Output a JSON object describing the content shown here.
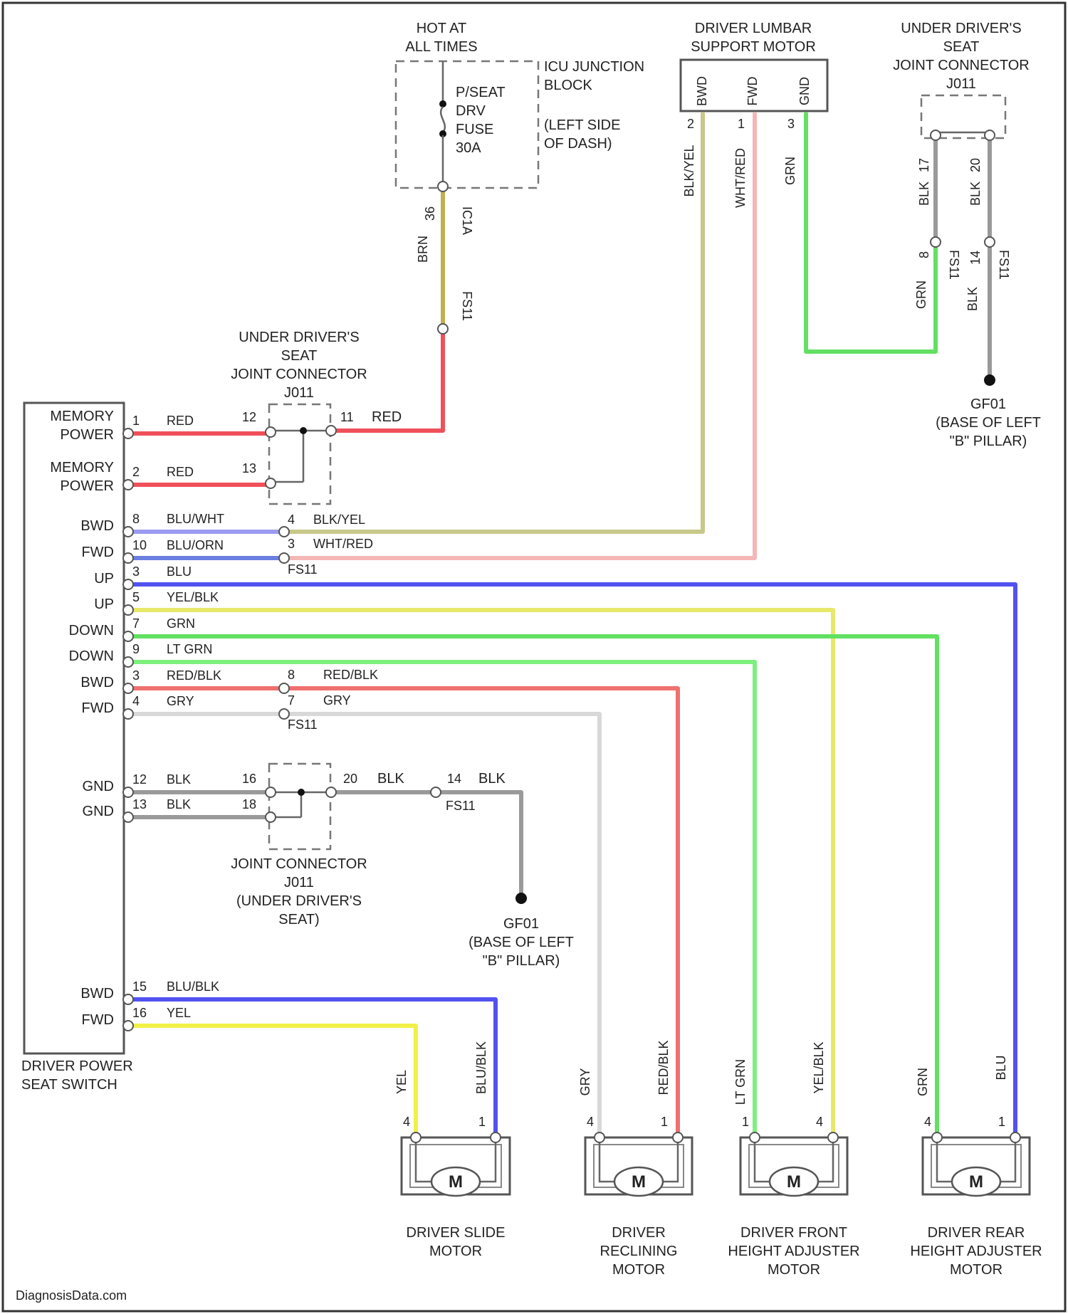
{
  "colors": {
    "red": "#f0505a",
    "yel": "#f1f047",
    "yelblk": "#e8e86a",
    "blk": "#9a9a9a",
    "gry": "#d8d8d8",
    "blu": "#5252f0",
    "bluwht": "#9b9bf2",
    "bluorn": "#6a7fe0",
    "grn": "#62e062",
    "ltgrn": "#7ef07e",
    "redblk": "#f07070",
    "blkyel": "#c8c88a",
    "whtred": "#f5b6b6",
    "brnyel": "#c0b050"
  },
  "fuse_block": {
    "hot_label": [
      "HOT AT",
      "ALL TIMES"
    ],
    "fuse_label": [
      "P/SEAT",
      "DRV",
      "FUSE",
      "30A"
    ],
    "junction_label": [
      "ICU JUNCTION",
      "BLOCK"
    ],
    "location_label": [
      "(LEFT SIDE",
      "OF DASH)"
    ],
    "pin": "36",
    "wire_color": "BRN",
    "connector": "IC1A",
    "connector2": "FS11"
  },
  "lumbar_motor": {
    "title": [
      "DRIVER LUMBAR",
      "SUPPORT MOTOR"
    ],
    "pin_labels": [
      "BWD",
      "FWD",
      "GND"
    ],
    "pins": [
      "2",
      "1",
      "3"
    ],
    "wires": [
      "BLK/YEL",
      "WHT/RED",
      "GRN"
    ]
  },
  "jc_top_right": {
    "title": [
      "UNDER DRIVER'S",
      "SEAT",
      "JOINT CONNECTOR",
      "J011"
    ],
    "pins_top": [
      "17",
      "20"
    ],
    "wire_top": [
      "BLK",
      "BLK"
    ],
    "pins_bottom": [
      "8",
      "14"
    ],
    "wire_bottom": [
      "GRN",
      "BLK"
    ],
    "connector": "FS11",
    "ground": "GF01",
    "ground_loc": [
      "(BASE OF LEFT",
      "\"B\" PILLAR)"
    ]
  },
  "jc_mid": {
    "title": [
      "UNDER DRIVER'S",
      "SEAT",
      "JOINT CONNECTOR",
      "J011"
    ],
    "pins": [
      "12",
      "11",
      "13"
    ],
    "wire_color": "RED"
  },
  "jc_bottom": {
    "title": [
      "JOINT CONNECTOR",
      "J011",
      "(UNDER DRIVER'S",
      "SEAT)"
    ],
    "pins": [
      "16",
      "20",
      "18"
    ],
    "wire_color": "BLK",
    "fs_pin": "14",
    "connector": "FS11",
    "ground": "GF01",
    "ground_loc": [
      "(BASE OF LEFT",
      "\"B\" PILLAR)"
    ]
  },
  "switch": {
    "title": [
      "DRIVER POWER",
      "SEAT SWITCH"
    ],
    "rows": [
      {
        "label": [
          "MEMORY",
          "POWER"
        ],
        "pin": "1",
        "wire": "RED"
      },
      {
        "label": [
          "MEMORY",
          "POWER"
        ],
        "pin": "2",
        "wire": "RED"
      },
      {
        "label": [
          "BWD"
        ],
        "pin": "8",
        "wire": "BLU/WHT"
      },
      {
        "label": [
          "FWD"
        ],
        "pin": "10",
        "wire": "BLU/ORN"
      },
      {
        "label": [
          "UP"
        ],
        "pin": "3",
        "wire": "BLU"
      },
      {
        "label": [
          "UP"
        ],
        "pin": "5",
        "wire": "YEL/BLK"
      },
      {
        "label": [
          "DOWN"
        ],
        "pin": "7",
        "wire": "GRN"
      },
      {
        "label": [
          "DOWN"
        ],
        "pin": "9",
        "wire": "LT GRN"
      },
      {
        "label": [
          "BWD"
        ],
        "pin": "3",
        "wire": "RED/BLK"
      },
      {
        "label": [
          "FWD"
        ],
        "pin": "4",
        "wire": "GRY"
      },
      {
        "label": [
          "GND"
        ],
        "pin": "12",
        "wire": "BLK"
      },
      {
        "label": [
          "GND"
        ],
        "pin": "13",
        "wire": "BLK"
      },
      {
        "label": [
          "BWD"
        ],
        "pin": "15",
        "wire": "BLU/BLK"
      },
      {
        "label": [
          "FWD"
        ],
        "pin": "16",
        "wire": "YEL"
      }
    ]
  },
  "inline_fs": {
    "lumbar_pins": [
      "4",
      "3"
    ],
    "lumbar_wires": [
      "BLK/YEL",
      "WHT/RED"
    ],
    "recline_pins": [
      "8",
      "7"
    ],
    "recline_wires": [
      "RED/BLK",
      "GRY"
    ],
    "connector": "FS11"
  },
  "motors": [
    {
      "title": [
        "DRIVER SLIDE",
        "MOTOR"
      ],
      "pins": [
        "4",
        "1"
      ],
      "wires": [
        "YEL",
        "BLU/BLK"
      ]
    },
    {
      "title": [
        "DRIVER",
        "RECLINING",
        "MOTOR"
      ],
      "pins": [
        "4",
        "1"
      ],
      "wires": [
        "GRY",
        "RED/BLK"
      ]
    },
    {
      "title": [
        "DRIVER FRONT",
        "HEIGHT ADJUSTER",
        "MOTOR"
      ],
      "pins": [
        "1",
        "4"
      ],
      "wires": [
        "LT GRN",
        "YEL/BLK"
      ]
    },
    {
      "title": [
        "DRIVER REAR",
        "HEIGHT ADJUSTER",
        "MOTOR"
      ],
      "pins": [
        "4",
        "1"
      ],
      "wires": [
        "GRN",
        "BLU"
      ]
    }
  ],
  "motor_symbol": "M",
  "watermark": "DiagnosisData.com"
}
